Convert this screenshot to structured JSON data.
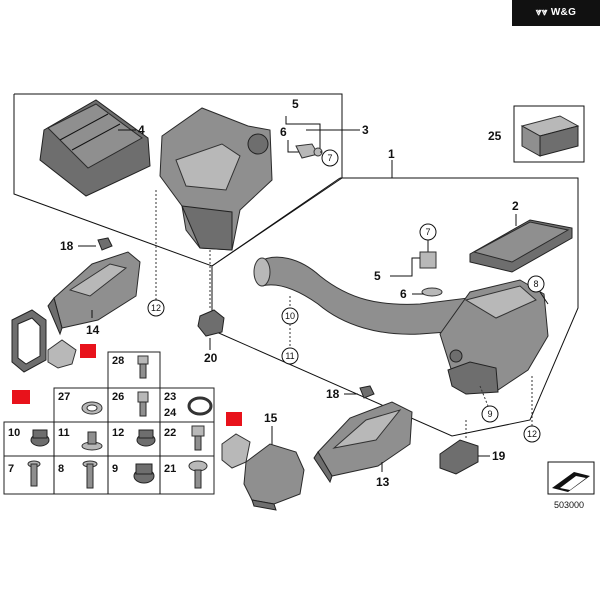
{
  "brand": {
    "label": "W&G"
  },
  "diagram": {
    "ref_number": "503000",
    "colors": {
      "marker": "#e8121b",
      "part": "#8f8f8f",
      "part_dark": "#6e6e6e",
      "part_light": "#b8b8b8",
      "line": "#111111"
    },
    "labels": {
      "l1": "1",
      "l2": "2",
      "l3": "3",
      "l4": "4",
      "l5a": "5",
      "l5b": "5",
      "l6a": "6",
      "l6b": "6",
      "l13": "13",
      "l14": "14",
      "l15": "15",
      "l18a": "18",
      "l18b": "18",
      "l19": "19",
      "l20": "20",
      "l25": "25"
    },
    "circled": {
      "c7a": "7",
      "c7b": "7",
      "c8": "8",
      "c9": "9",
      "c10": "10",
      "c11": "11",
      "c12a": "12",
      "c12b": "12"
    },
    "grid_labels": {
      "g28": "28",
      "g27": "27",
      "g26": "26",
      "g23": "23",
      "g24": "24",
      "g10": "10",
      "g11": "11",
      "g12": "12",
      "g22": "22",
      "g7": "7",
      "g8": "8",
      "g9": "9",
      "g21": "21"
    },
    "icons": {
      "air_filter": "air-filter-icon",
      "housing": "air-cleaner-housing-icon",
      "intake_pipe": "intake-pipe-icon",
      "parts_box": "parts-box-icon",
      "corner_arrow": "corner-arrow-icon"
    }
  }
}
